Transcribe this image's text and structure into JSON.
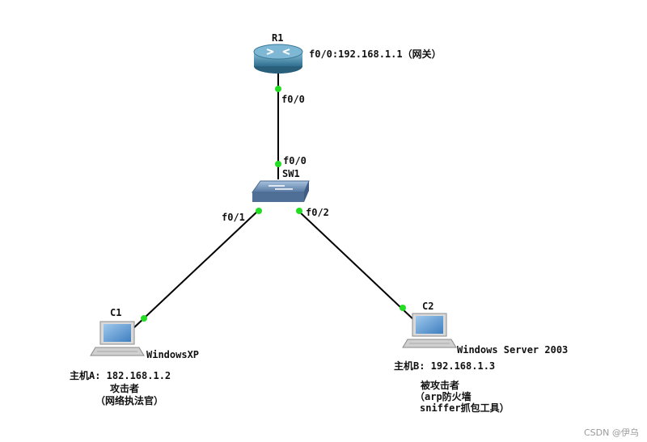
{
  "colors": {
    "link": "#000000",
    "port_dot": "#22dd22",
    "router": "#4a8fb0",
    "switch": "#6b8fb8"
  },
  "devices": {
    "router": {
      "name": "R1",
      "info": "f0/0:192.168.1.1（网关）",
      "icon": "router-icon"
    },
    "switch": {
      "name": "SW1",
      "icon": "switch-icon"
    },
    "c1": {
      "name": "C1",
      "os": "WindowsXP",
      "ip": "主机A: 182.168.1.2",
      "role": "攻击者",
      "role_detail": "（网络执法官）",
      "icon": "computer-icon"
    },
    "c2": {
      "name": "C2",
      "os": "Windows Server 2003",
      "ip": "主机B: 192.168.1.3",
      "role": "被攻击者",
      "role_detail": "（arp防火墙",
      "role_detail2": "sniffer抓包工具）",
      "icon": "computer-icon"
    }
  },
  "links": [
    {
      "from": "R1",
      "to": "SW1",
      "from_port": "f0/0",
      "to_port": "f0/0"
    },
    {
      "from": "SW1",
      "to": "C1",
      "from_port": "f0/1"
    },
    {
      "from": "SW1",
      "to": "C2",
      "from_port": "f0/2"
    }
  ],
  "watermark": "CSDN @伊乌"
}
